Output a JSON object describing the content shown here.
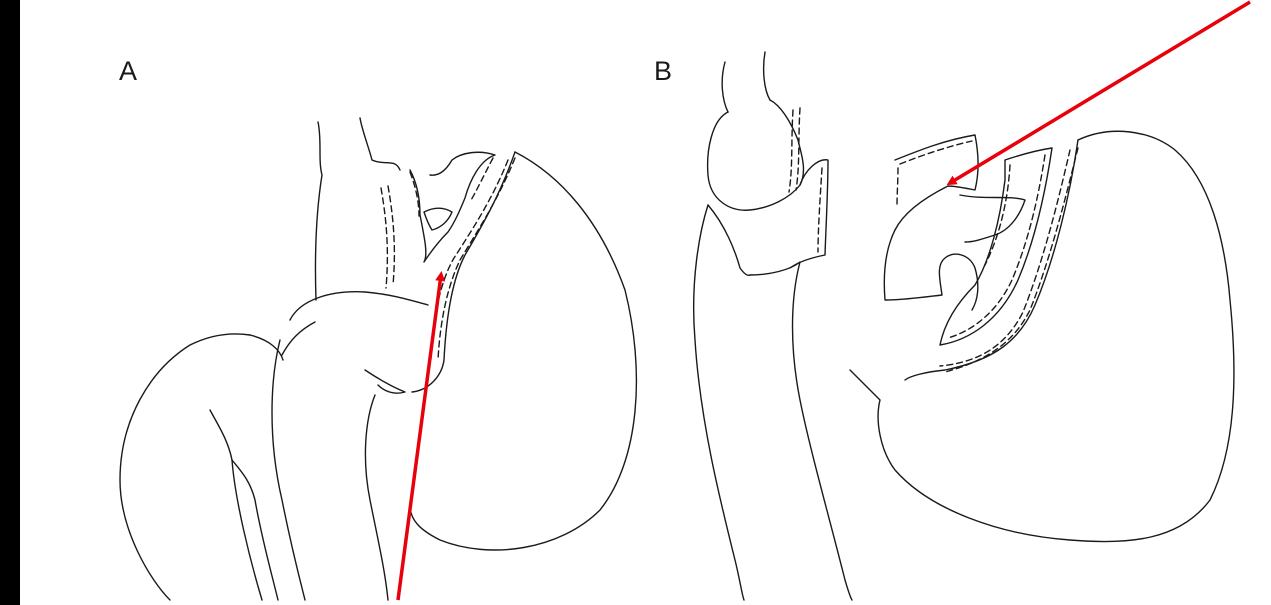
{
  "figure": {
    "panels": [
      {
        "label": "A"
      },
      {
        "label": "B"
      }
    ],
    "colors": {
      "background": "#000000",
      "paper": "#ffffff",
      "ink": "#1a1a1a",
      "arrow": "#e8000b"
    },
    "annotations": [
      {
        "type": "arrow",
        "panel": "A",
        "color": "#e8000b"
      },
      {
        "type": "arrow",
        "panel": "B",
        "color": "#e8000b"
      }
    ]
  }
}
